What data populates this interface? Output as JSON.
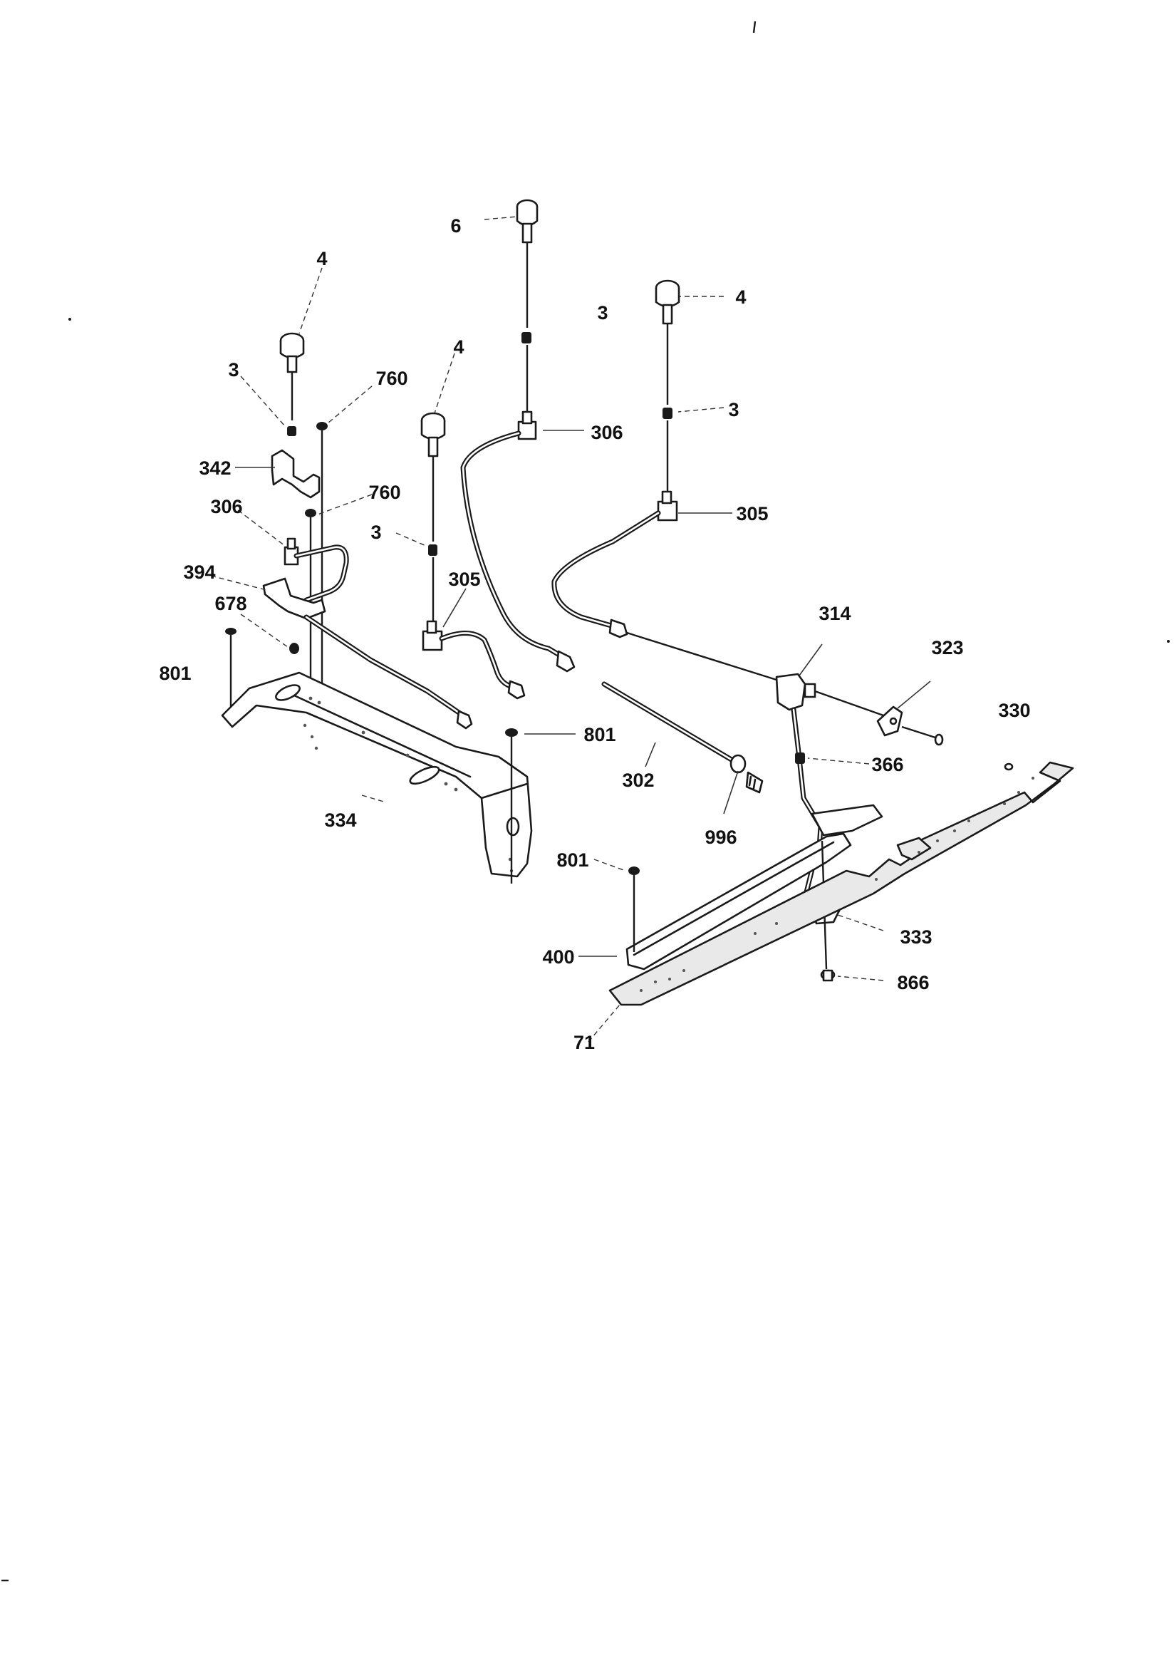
{
  "diagram": {
    "callouts": {
      "c4_left": "4",
      "c3_left": "3",
      "c760_top": "760",
      "c342": "342",
      "c760_mid": "760",
      "c306_left": "306",
      "c394": "394",
      "c678": "678",
      "c801_left": "801",
      "c334": "334",
      "c6": "6",
      "c3_mid_top": "3",
      "c4_mid": "4",
      "c306_mid": "306",
      "c3_mid": "3",
      "c305_mid": "305",
      "c801_mid": "801",
      "c302": "302",
      "c996": "996",
      "c801_low": "801",
      "c400": "400",
      "c71": "71",
      "c4_right": "4",
      "c3_right": "3",
      "c305_right": "305",
      "c314": "314",
      "c323": "323",
      "c330": "330",
      "c366": "366",
      "c333": "333",
      "c866": "866"
    }
  }
}
